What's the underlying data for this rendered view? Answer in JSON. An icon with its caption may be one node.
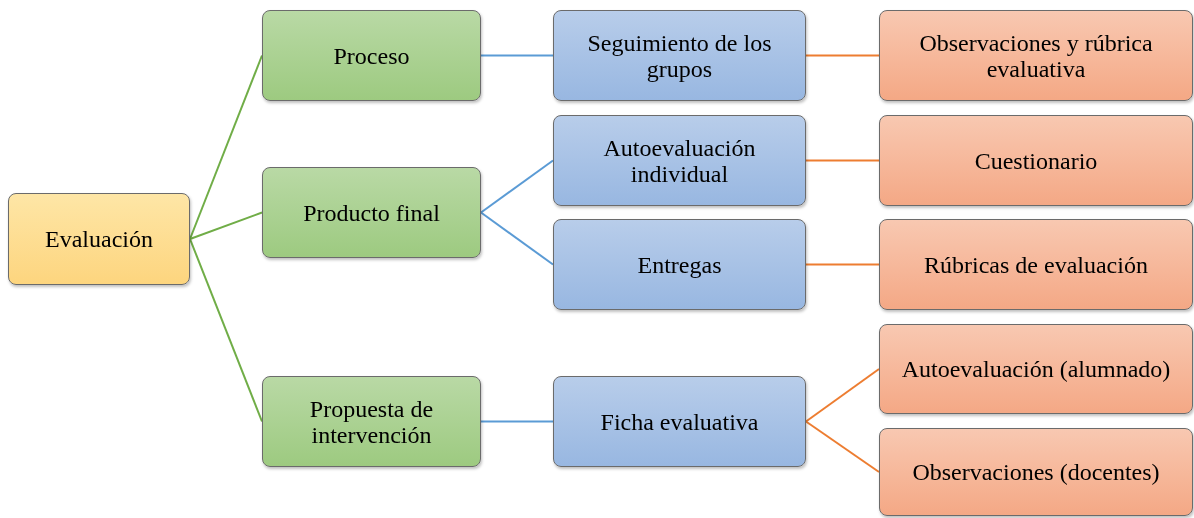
{
  "diagram": {
    "nodes": [
      {
        "text": [
          "Evaluación"
        ]
      },
      {
        "text": [
          "Proceso"
        ]
      },
      {
        "text": [
          "Producto final"
        ]
      },
      {
        "text": [
          "Propuesta de intervención"
        ]
      },
      {
        "text": [
          "Seguimiento de los grupos"
        ]
      },
      {
        "text": [
          "Autoevaluación individual"
        ]
      },
      {
        "text": [
          "Entregas"
        ]
      },
      {
        "text": [
          "Ficha evaluativa"
        ]
      },
      {
        "text": [
          "Observaciones y rúbrica evaluativa"
        ]
      },
      {
        "text": [
          "Cuestionario"
        ]
      },
      {
        "text": [
          "Rúbricas de evaluación"
        ]
      },
      {
        "text": [
          "Autoevaluación (alumnado)"
        ]
      },
      {
        "text": [
          "Observaciones (docentes)"
        ]
      }
    ],
    "edges": [
      {
        "from": 0,
        "to": 1,
        "arrow": "none",
        "color": "#70ad47"
      },
      {
        "from": 0,
        "to": 2,
        "arrow": "none",
        "color": "#70ad47"
      },
      {
        "from": 0,
        "to": 3,
        "arrow": "none",
        "color": "#70ad47"
      },
      {
        "from": 1,
        "to": 4,
        "arrow": "none",
        "color": "#5b9bd5"
      },
      {
        "from": 2,
        "to": 5,
        "arrow": "none",
        "color": "#5b9bd5"
      },
      {
        "from": 2,
        "to": 6,
        "arrow": "none",
        "color": "#5b9bd5"
      },
      {
        "from": 3,
        "to": 7,
        "arrow": "none",
        "color": "#5b9bd5"
      },
      {
        "from": 4,
        "to": 8,
        "arrow": "none"
      },
      {
        "from": 5,
        "to": 9,
        "arrow": "none"
      },
      {
        "from": 6,
        "to": 10,
        "arrow": "none"
      },
      {
        "from": 7,
        "to": 11,
        "arrow": "none"
      },
      {
        "from": 7,
        "to": 12,
        "arrow": "none"
      }
    ]
  }
}
